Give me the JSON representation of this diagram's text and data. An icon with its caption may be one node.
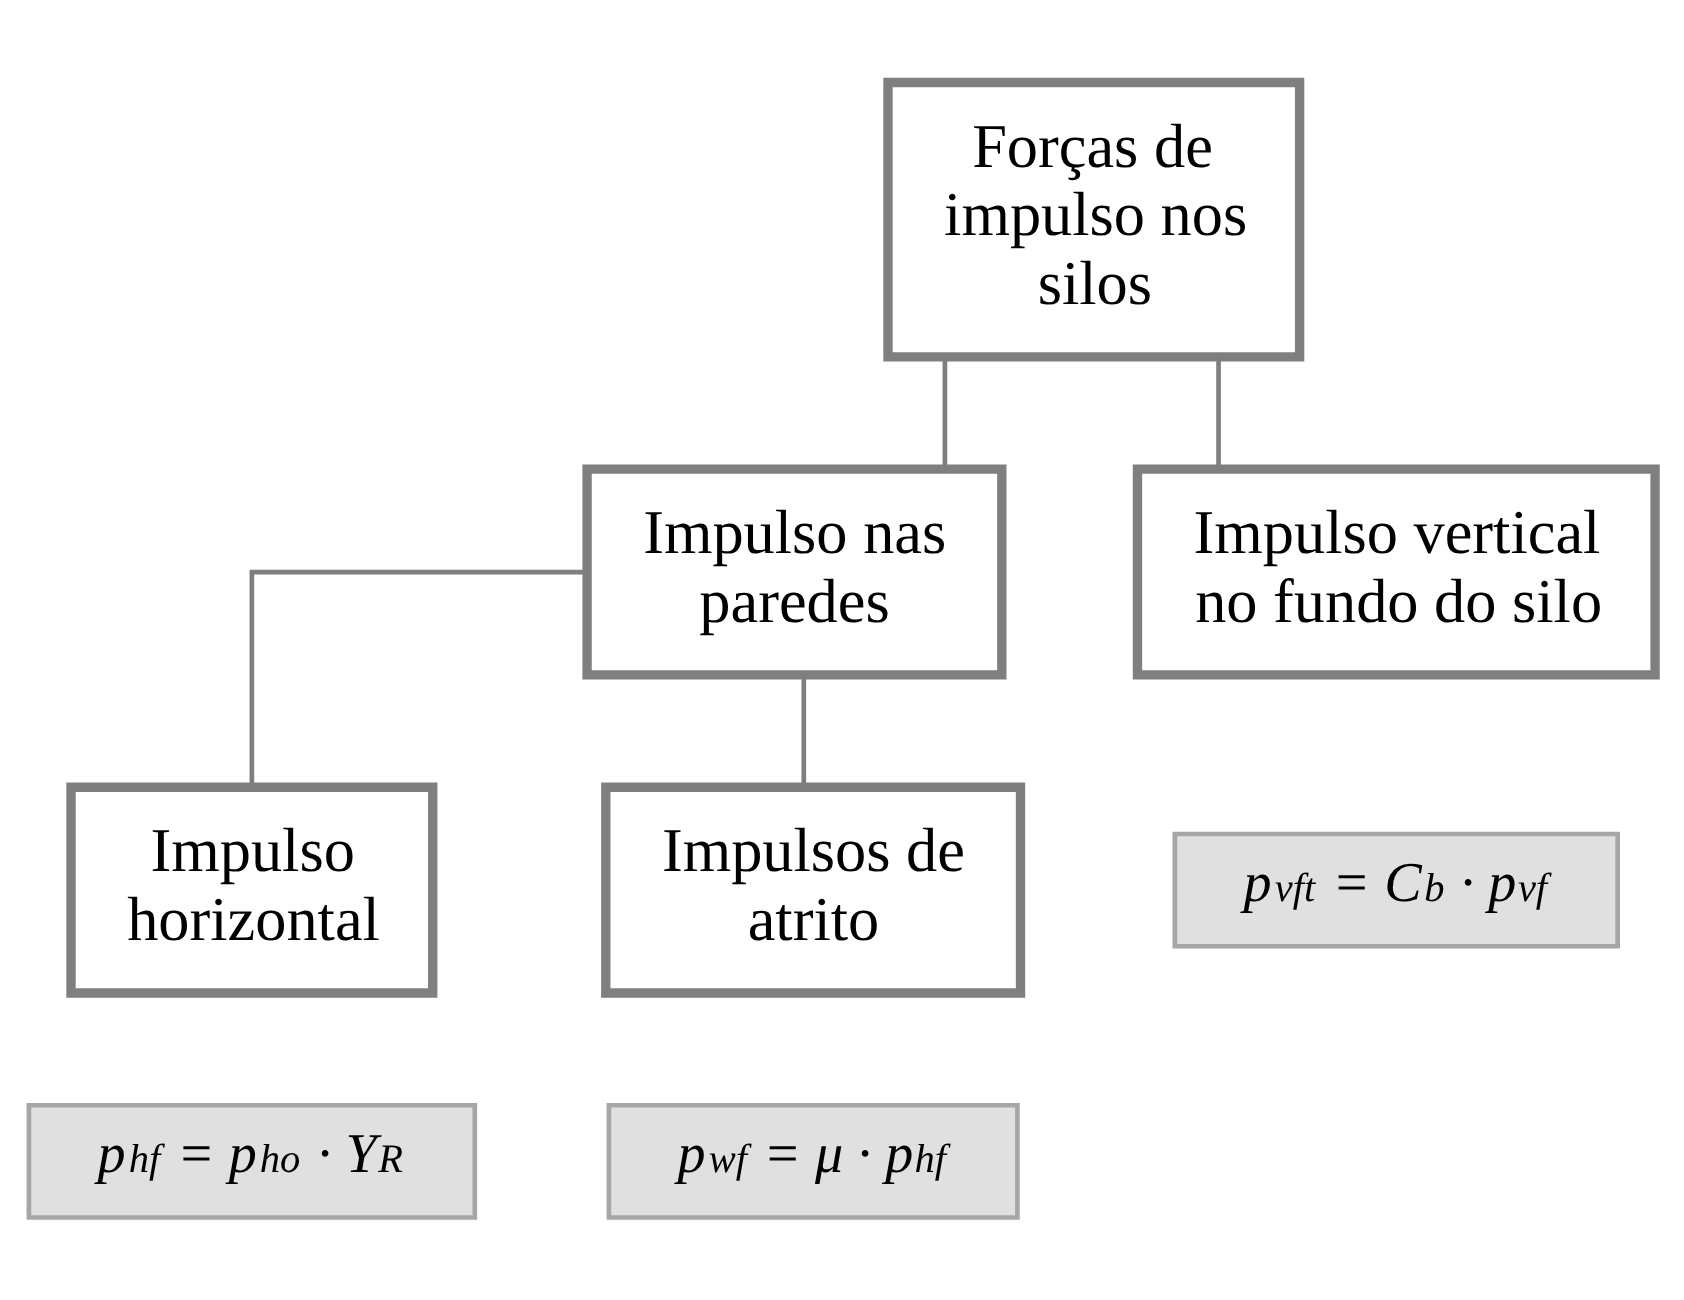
{
  "diagram": {
    "nodes": [
      {
        "text": [
          "Forças de impulso nos silos"
        ]
      },
      {
        "text": [
          "Impulso nas paredes"
        ]
      },
      {
        "text": [
          "Impulso vertical no fundo do silo"
        ]
      },
      {
        "text": [
          "p$_{vft}$ = C$_{b}$ · p$_{vf}$"
        ]
      },
      {
        "text": [
          "Impulso horizontal"
        ]
      },
      {
        "text": [
          "p$_{hf}$ = p$_{ho}$ · Y$_{R}$"
        ]
      },
      {
        "text": [
          "Impulsos de atrito"
        ]
      },
      {
        "text": [
          "p$_{wf}$ = μ · p$_{hf}$"
        ]
      }
    ],
    "edges": [
      {
        "from": 0,
        "to": 1,
        "arrow": "none"
      },
      {
        "from": 0,
        "to": 2,
        "arrow": "none"
      },
      {
        "from": 1,
        "to": 4,
        "arrow": "none"
      },
      {
        "from": 1,
        "to": 6,
        "arrow": "none"
      }
    ]
  }
}
